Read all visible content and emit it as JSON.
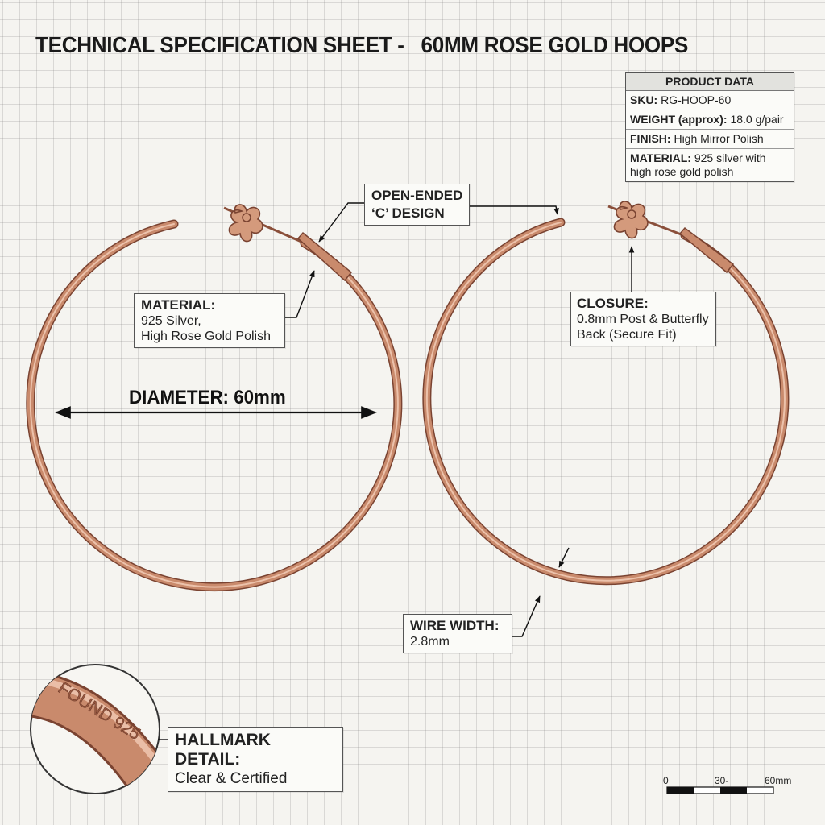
{
  "title": "TECHNICAL SPECIFICATION SHEET -   60MM ROSE GOLD HOOPS",
  "product_data": {
    "title": "PRODUCT DATA",
    "sku_key": "SKU:",
    "sku_value": "RG-HOOP-60",
    "weight_key": "WEIGHT (approx):",
    "weight_value": "18.0 g/pair",
    "finish_key": "FINISH:",
    "finish_value": "High Mirror Polish",
    "material_key": "MATERIAL:",
    "material_value": "925 silver with high rose gold polish"
  },
  "callouts": {
    "open_ended_line1": "OPEN-ENDED",
    "open_ended_line2": "‘C’ DESIGN",
    "material_head": "MATERIAL:",
    "material_line1": "925 Silver,",
    "material_line2": "High Rose Gold Polish",
    "diameter": "DIAMETER: 60mm",
    "closure_head": "CLOSURE:",
    "closure_line1": "0.8mm Post & Butterfly",
    "closure_line2": "Back (Secure Fit)",
    "wire_head": "WIRE WIDTH:",
    "wire_value": "2.8mm",
    "hallmark_head": "HALLMARK DETAIL:",
    "hallmark_value": "Clear & Certified",
    "hallmark_stamp": "FOUND 925"
  },
  "scale_bar": {
    "label_0": "0",
    "label_30": "30-",
    "label_60": "60mm"
  },
  "colors": {
    "rose_gold": "#c98a6c",
    "rose_gold_dark": "#8a4f3a",
    "rose_gold_light": "#f0c4ae",
    "grid_bg": "#f5f4f0",
    "ink": "#1a1a1a"
  }
}
